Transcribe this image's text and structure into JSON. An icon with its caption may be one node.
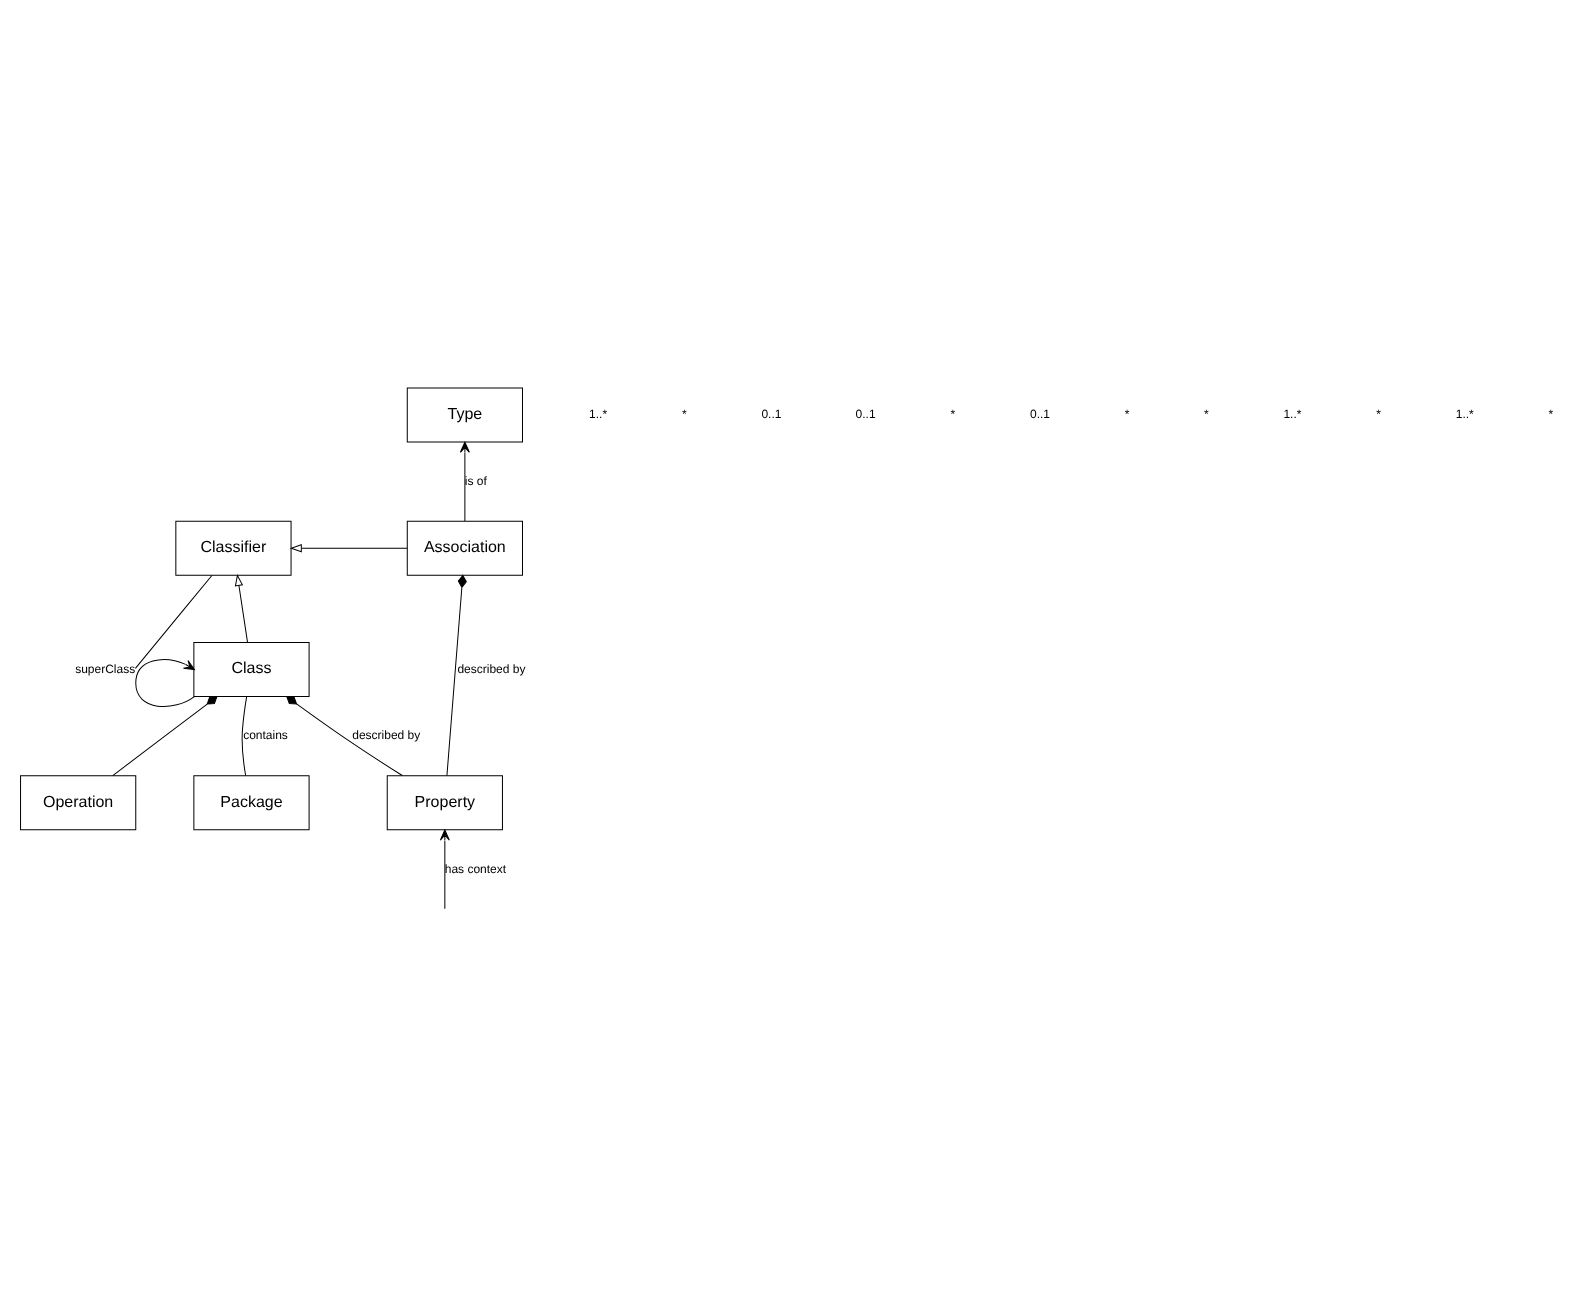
{
  "diagram": {
    "nodes": [
      {
        "text": [
          "Type"
        ]
      },
      {
        "text": [
          "Classifier"
        ]
      },
      {
        "text": [
          "Association"
        ]
      },
      {
        "text": [
          "Operation"
        ]
      },
      {
        "text": [
          "Class"
        ]
      },
      {
        "text": [
          "Property"
        ]
      },
      {
        "text": [
          "Package"
        ]
      }
    ],
    "edges": [
      {
        "from": 2,
        "to": 0,
        "arrow": "to",
        "label": "is of"
      },
      {
        "from": 2,
        "to": 1,
        "arrow": "to"
      },
      {
        "from": 4,
        "to": 1,
        "arrow": "to"
      },
      {
        "from": 4,
        "to": 3,
        "arrow": "other"
      },
      {
        "from": 4,
        "to": 5,
        "arrow": "other",
        "label": "described by"
      },
      {
        "from": 2,
        "to": 5,
        "arrow": "other",
        "label": "described by"
      },
      {
        "from": 4,
        "to": 4,
        "arrow": "to",
        "label": "superClass"
      },
      {
        "from": 4,
        "to": 6,
        "arrow": "none",
        "label": "contains"
      },
      {
        "from": 1,
        "to": null,
        "arrow": "none"
      },
      {
        "from": null,
        "to": 5,
        "arrow": "to",
        "label": "has context"
      }
    ],
    "labels": [
      "1..*",
      "*",
      "0..1",
      "0..1",
      "*",
      "0..1",
      "*",
      "*",
      "1..*",
      "*",
      "1..*",
      "*"
    ]
  }
}
